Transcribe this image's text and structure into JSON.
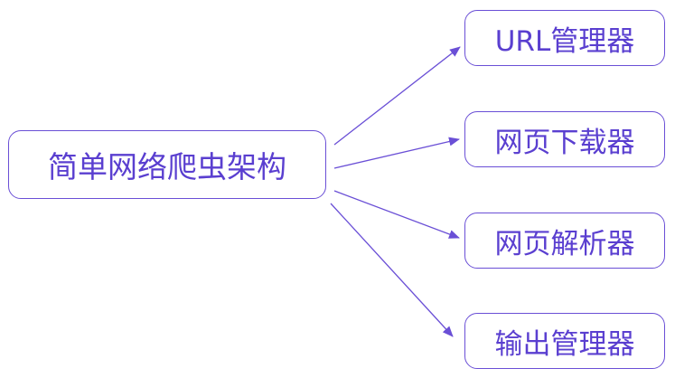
{
  "diagram": {
    "root": {
      "label": "简单网络爬虫架构"
    },
    "children": [
      {
        "label": "URL管理器"
      },
      {
        "label": "网页下载器"
      },
      {
        "label": "网页解析器"
      },
      {
        "label": "输出管理器"
      }
    ]
  },
  "colors": {
    "stroke": "#6a4fd6",
    "text": "#5a3fd0",
    "background": "#ffffff"
  }
}
